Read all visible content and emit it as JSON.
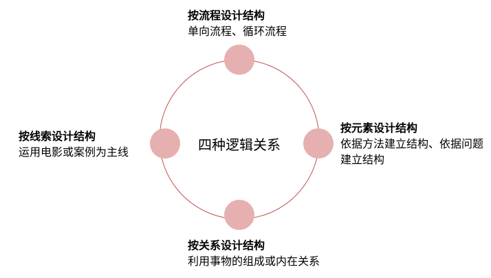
{
  "diagram": {
    "center_label": "四种逻辑关系",
    "ring_color": "#c0504d",
    "node_color": "#e6b0b0",
    "nodes": {
      "top": {
        "title": "按流程设计结构",
        "description": "单向流程、循环流程"
      },
      "right": {
        "title": "按元素设计结构",
        "description": "依据方法建立结构、依据问题建立结构"
      },
      "bottom": {
        "title": "按关系设计结构",
        "description": "利用事物的组成或内在关系"
      },
      "left": {
        "title": "按线索设计结构",
        "description": "运用电影或案例为主线"
      }
    }
  }
}
